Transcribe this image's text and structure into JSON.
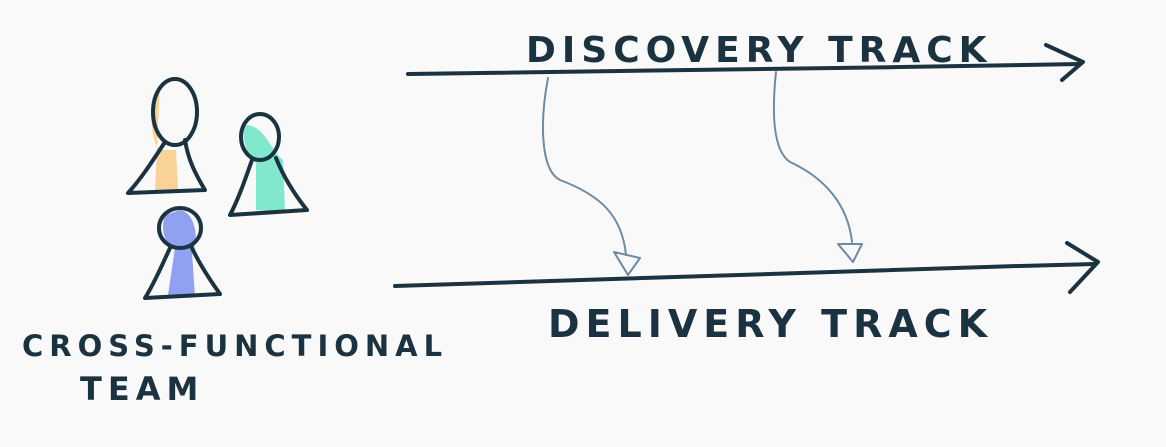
{
  "labels": {
    "discovery_track": "DISCOVERY   TRACK",
    "delivery_track": "DELIVERY   TRACK",
    "team_line1": "CROSS-FUNCTIONAL",
    "team_line2": "TEAM"
  },
  "team_members": [
    {
      "icon": "person-icon",
      "color": "#f7cd8c"
    },
    {
      "icon": "person-icon",
      "color": "#74e6c8"
    },
    {
      "icon": "person-icon",
      "color": "#8b9cf0"
    }
  ],
  "handoffs": [
    {
      "from": "discovery-track",
      "to": "delivery-track"
    },
    {
      "from": "discovery-track",
      "to": "delivery-track"
    }
  ],
  "colors": {
    "ink": "#1b3240",
    "handoff": "#6f8aa3",
    "background": "#f9f9f9"
  }
}
